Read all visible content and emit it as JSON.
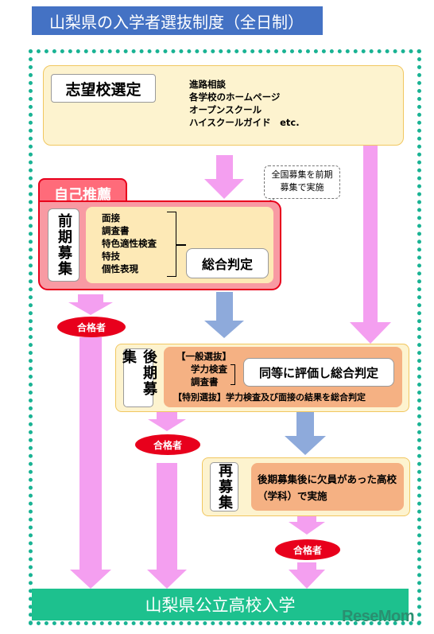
{
  "title": "山梨県の入学者選抜制度（全日制）",
  "step1": {
    "label": "志望校選定",
    "items": [
      "進路相談",
      "各学校のホームページ",
      "オープンスクール",
      "ハイスクールガイド　etc."
    ]
  },
  "note": "全国募集を前期募集で実施",
  "jiko": {
    "tab": "自己推薦",
    "side": "前期募集",
    "items": [
      "面接",
      "調査書",
      "特色適性検査",
      "特技",
      "個性表現"
    ],
    "result": "総合判定"
  },
  "pass_label": "合格者",
  "koki": {
    "side": "後期募集",
    "general_header": "【一般選抜】",
    "general_items": [
      "学力検査",
      "調査書"
    ],
    "result": "同等に評価し総合判定",
    "special": "【特別選抜】学力検査及び面接の結果を総合判定"
  },
  "saiboshu": {
    "side": "再募集",
    "text": "後期募集後に欠員があった高校（学科）で実施"
  },
  "bottom": "山梨県公立高校入学",
  "watermark": "ReseMom",
  "colors": {
    "title_bg": "#4472c4",
    "dotted_border": "#1ab394",
    "pink_arrow": "#f49ff0",
    "blue_arrow": "#8eaadb",
    "pass_red": "#e8001c",
    "bottom_bar": "#1dc18e"
  }
}
